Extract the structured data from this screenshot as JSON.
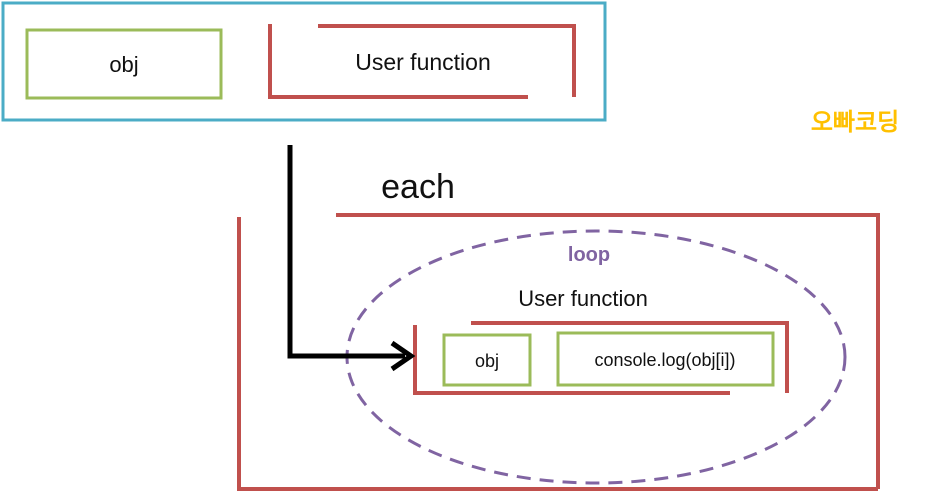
{
  "top_group": {
    "obj_label": "obj",
    "user_function_label": "User function"
  },
  "brand": {
    "text": "오빠코딩",
    "color": "#ffc000"
  },
  "each_label": "each",
  "loop_label": "loop",
  "inner": {
    "user_function_label": "User function",
    "obj_label": "obj",
    "console_label": "console.log(obj[i])"
  },
  "colors": {
    "container_border": "#4bacc6",
    "obj_border": "#9bbb59",
    "function_bracket": "#c0504d",
    "loop_ellipse": "#8064a2",
    "arrow": "#000000"
  }
}
